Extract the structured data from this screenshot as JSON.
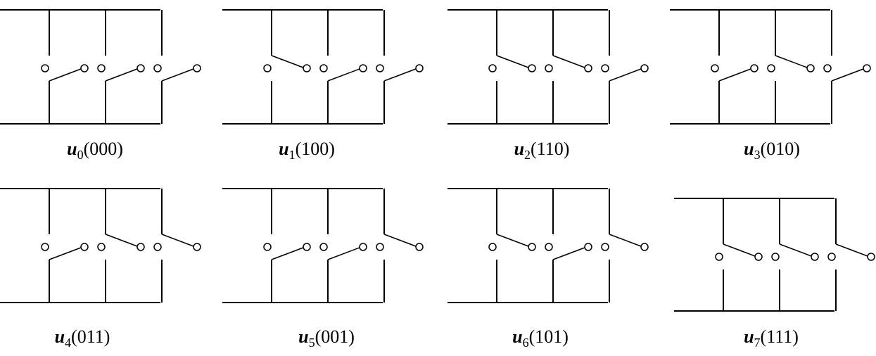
{
  "states": [
    {
      "id": "u0",
      "symbol": "u",
      "index": "0",
      "code": "000",
      "code_text": "(000)"
    },
    {
      "id": "u1",
      "symbol": "u",
      "index": "1",
      "code": "100",
      "code_text": "(100)"
    },
    {
      "id": "u2",
      "symbol": "u",
      "index": "2",
      "code": "110",
      "code_text": "(110)"
    },
    {
      "id": "u3",
      "symbol": "u",
      "index": "3",
      "code": "010",
      "code_text": "(010)"
    },
    {
      "id": "u4",
      "symbol": "u",
      "index": "4",
      "code": "011",
      "code_text": "(011)"
    },
    {
      "id": "u5",
      "symbol": "u",
      "index": "5",
      "code": "001",
      "code_text": "(001)"
    },
    {
      "id": "u6",
      "symbol": "u",
      "index": "6",
      "code": "101",
      "code_text": "(101)"
    },
    {
      "id": "u7",
      "symbol": "u",
      "index": "7",
      "code": "111",
      "code_text": "(111)"
    }
  ]
}
